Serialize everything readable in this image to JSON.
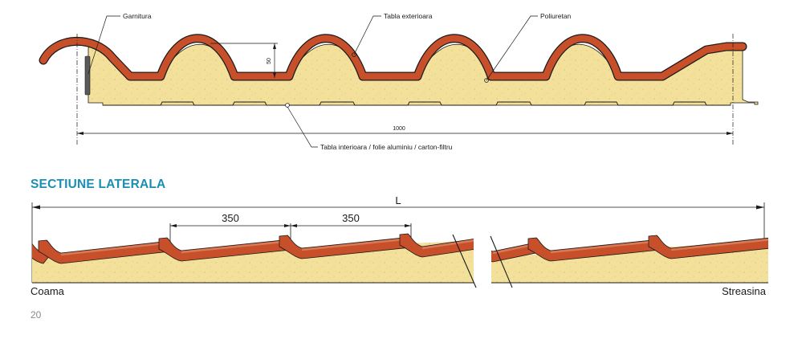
{
  "colors": {
    "foam": "#f3e19b",
    "foam_speck": "#d9c27a",
    "tile": "#c7502b",
    "tile_light": "#d77a55",
    "tile_dark": "#7a2c16",
    "gasket": "#5a5a5a",
    "title_color": "#1a8fb3",
    "line": "#1a1a1a"
  },
  "top_section": {
    "labels": {
      "garnitura": "Garnitura",
      "tabla_exterioara": "Tabla exterioara",
      "poliuretan": "Poliuretan",
      "tabla_interioara": "Tabla interioara / folie aluminiu / carton-filtru"
    },
    "dimensions": {
      "width": "1000",
      "height": "50"
    }
  },
  "lateral_section": {
    "title": "SECTIUNE LATERALA",
    "length_label": "L",
    "spacing_1": "350",
    "spacing_2": "350",
    "left_end": "Coama",
    "right_end": "Streasina"
  },
  "page_number": "20"
}
